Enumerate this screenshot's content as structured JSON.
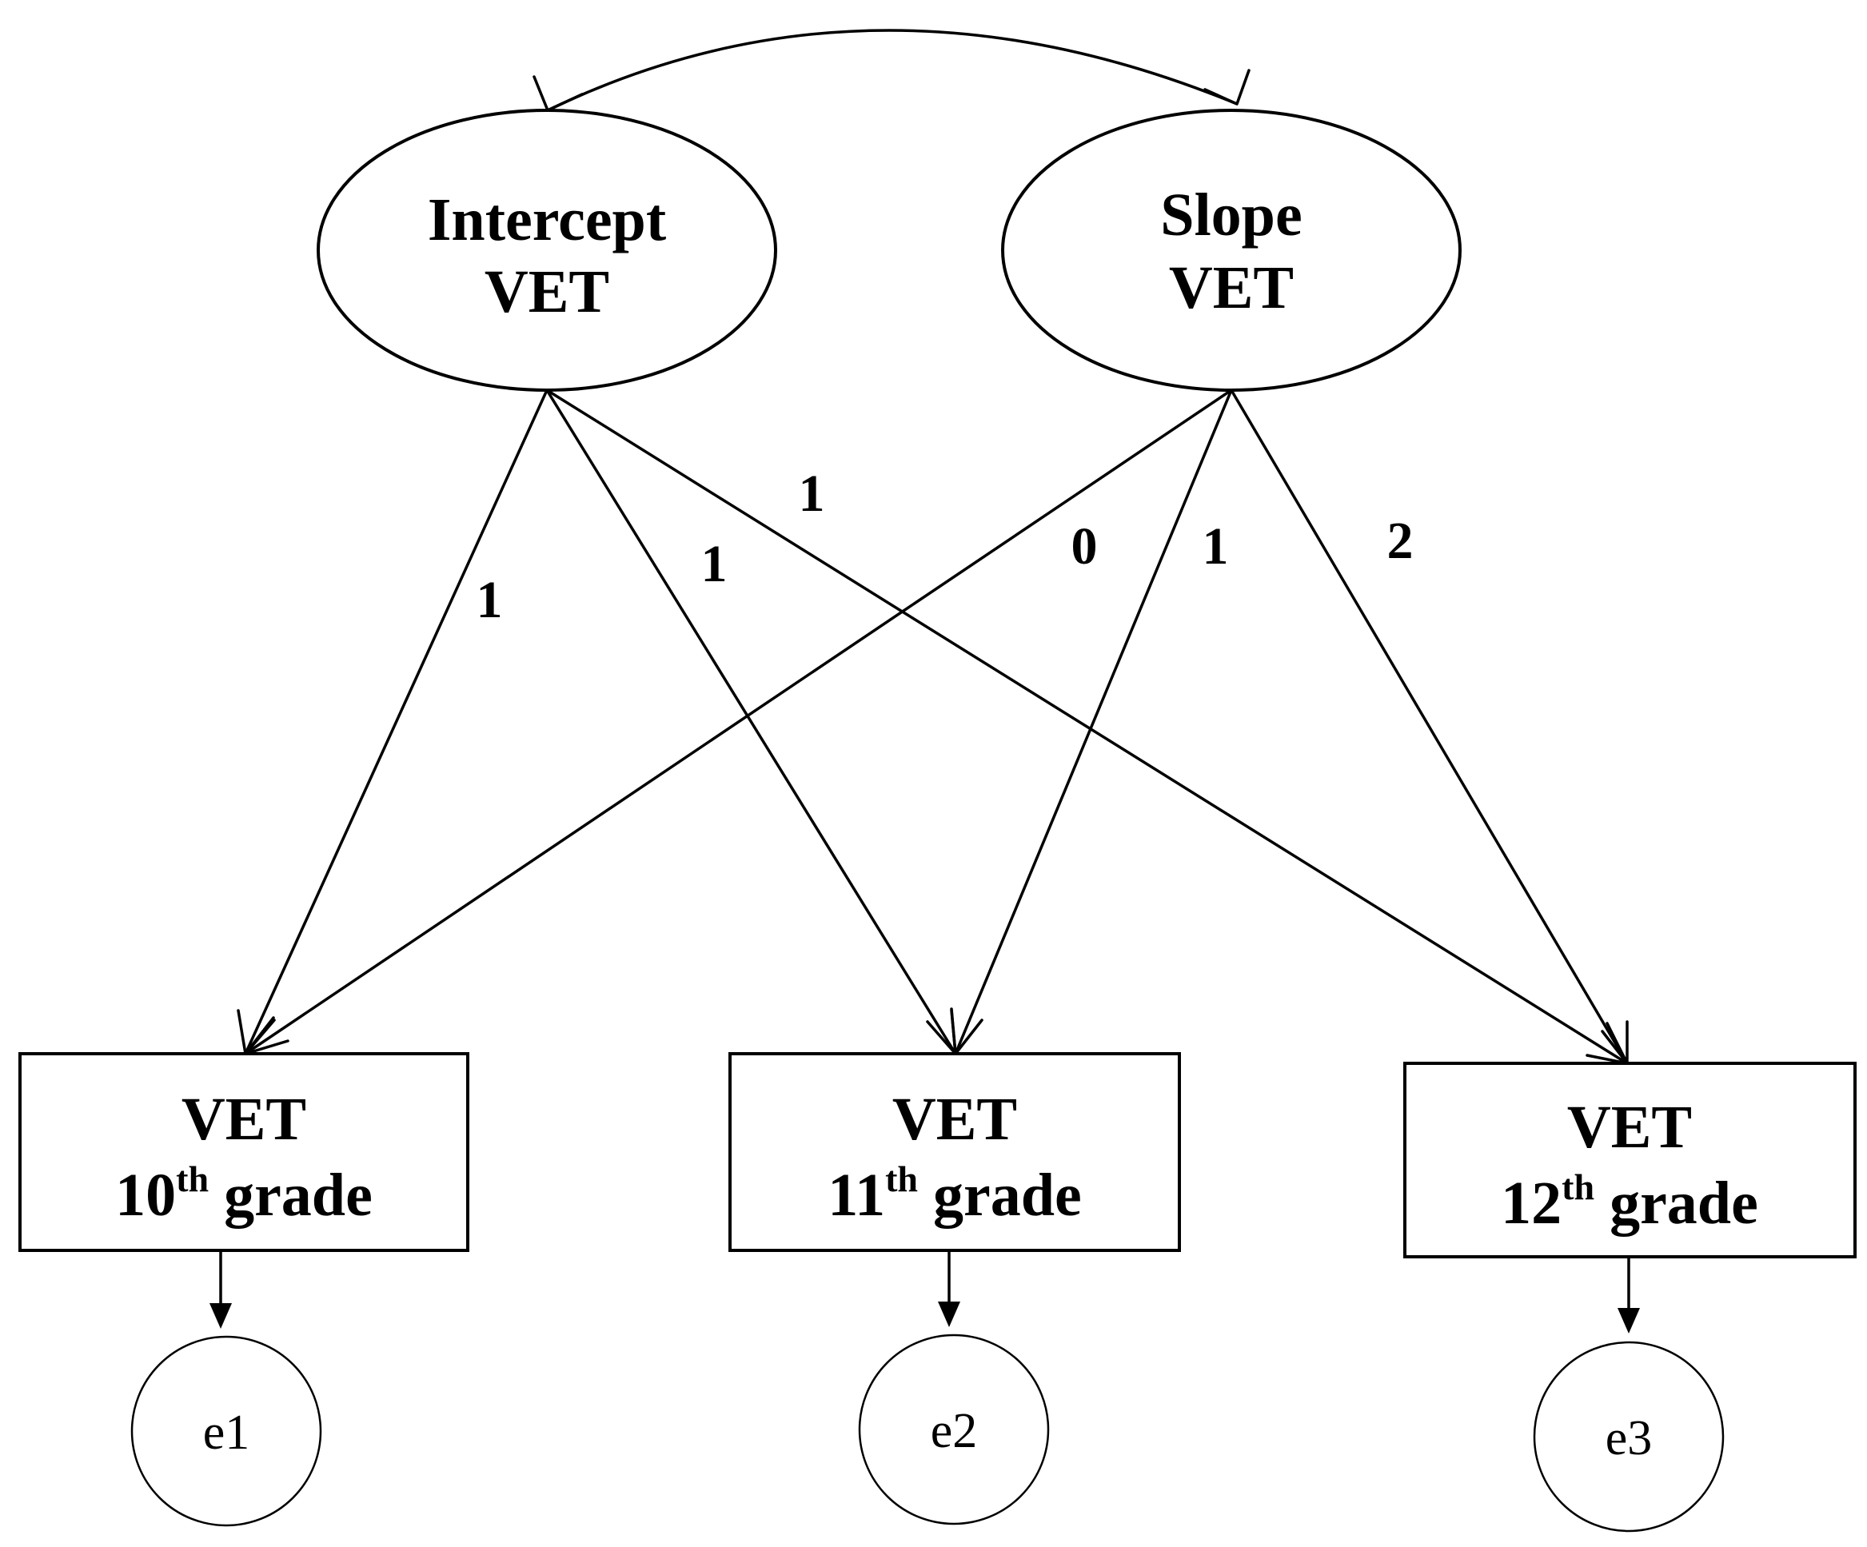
{
  "latent": {
    "intercept": {
      "line1": "Intercept",
      "line2": "VET"
    },
    "slope": {
      "line1": "Slope",
      "line2": "VET"
    }
  },
  "observed": [
    {
      "line1": "VET",
      "num": "10",
      "sup": "th",
      "rest": " grade"
    },
    {
      "line1": "VET",
      "num": "11",
      "sup": "th",
      "rest": " grade"
    },
    {
      "line1": "VET",
      "num": "12",
      "sup": "th",
      "rest": " grade"
    }
  ],
  "errors": [
    "e1",
    "e2",
    "e3"
  ],
  "loadings": {
    "intercept": [
      "1",
      "1",
      "1"
    ],
    "slope": [
      "0",
      "1",
      "2"
    ]
  }
}
